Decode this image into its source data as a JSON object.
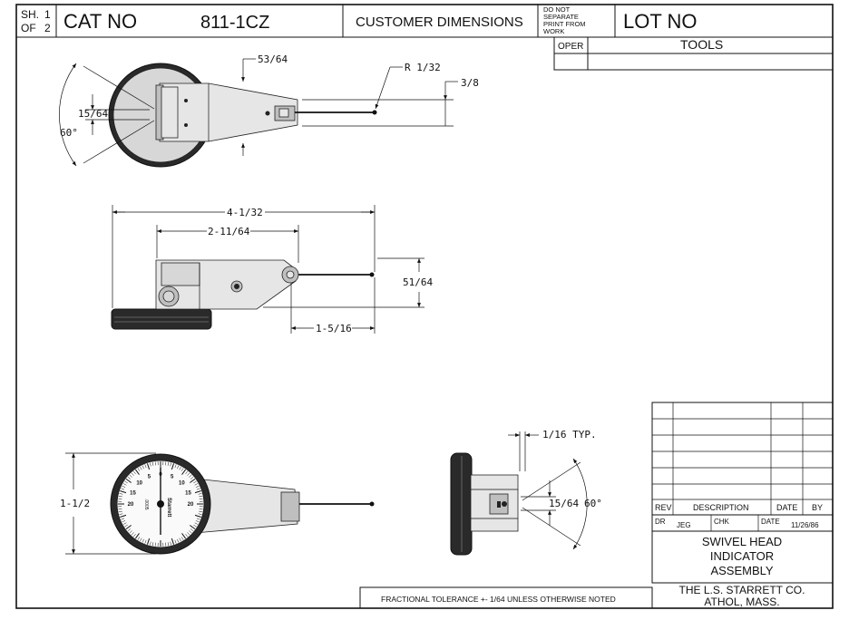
{
  "header": {
    "sheet_label": "SH.",
    "sheet_num": "1",
    "of_label": "OF",
    "of_num": "2",
    "cat_no_label": "CAT NO",
    "cat_no_value": "811-1CZ",
    "title": "CUSTOMER DIMENSIONS",
    "do_not_separate": [
      "DO NOT",
      "SEPARATE",
      "PRINT FROM",
      "WORK"
    ],
    "lot_no_label": "LOT NO"
  },
  "tools_table": {
    "oper_label": "OPER",
    "tools_label": "TOOLS"
  },
  "top_view_dims": {
    "width_53_64": "53/64",
    "radius": "R 1/32",
    "height_3_8": "3/8",
    "height_15_64": "15/64",
    "angle_60": "60°"
  },
  "side_view_dims": {
    "overall_length": "4-1/32",
    "length_2_11_64": "2-11/64",
    "height_51_64": "51/64",
    "length_1_5_16": "1-5/16"
  },
  "front_view_dims": {
    "diameter": "1-1/2"
  },
  "end_view_dims": {
    "thickness": "1/16 TYP.",
    "height_15_64": "15/64",
    "angle_60": "60°"
  },
  "dial": {
    "brand": "Starrett",
    "unit": ".0005",
    "left_numbers": [
      "0",
      "5",
      "10",
      "15",
      "20"
    ],
    "right_numbers": [
      "5",
      "10",
      "15",
      "20"
    ]
  },
  "revision_block": {
    "rev_label": "REV",
    "description_label": "DESCRIPTION",
    "date_label": "DATE",
    "by_label": "BY",
    "dr_label": "DR",
    "dr_value": "JEG",
    "chk_label": "CHK",
    "chk_value": "",
    "date2_label": "DATE",
    "date2_value": "11/26/86"
  },
  "title_block": {
    "line1": "SWIVEL HEAD",
    "line2": "INDICATOR",
    "line3": "ASSEMBLY",
    "company": "THE L.S. STARRETT CO.",
    "location": "ATHOL, MASS."
  },
  "tolerance_note": "FRACTIONAL TOLERANCE  +- 1/64 UNLESS OTHERWISE NOTED"
}
